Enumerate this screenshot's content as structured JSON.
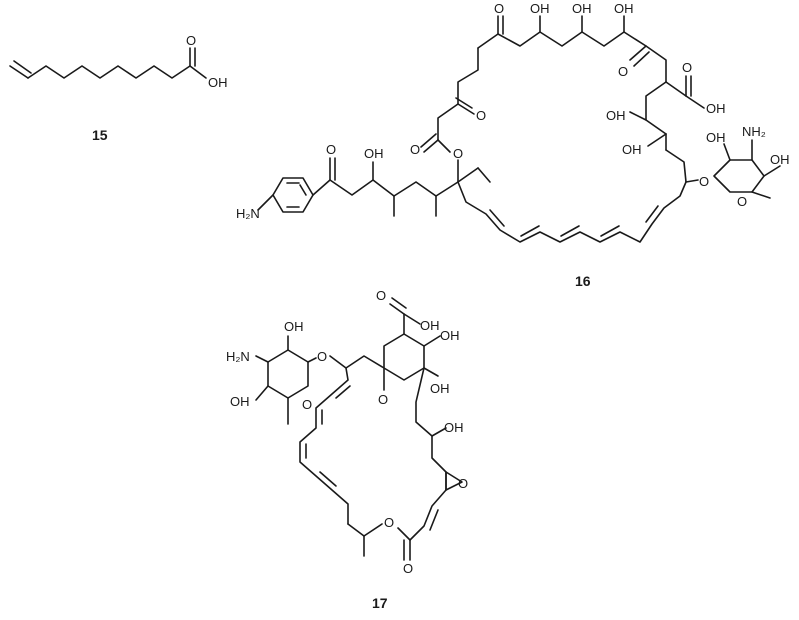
{
  "compounds": {
    "c15": {
      "number": "15"
    },
    "c16": {
      "number": "16"
    },
    "c17": {
      "number": "17"
    }
  },
  "atom_labels": {
    "O": "O",
    "OH": "OH",
    "NH2": "NH₂",
    "H2N": "H₂N"
  }
}
